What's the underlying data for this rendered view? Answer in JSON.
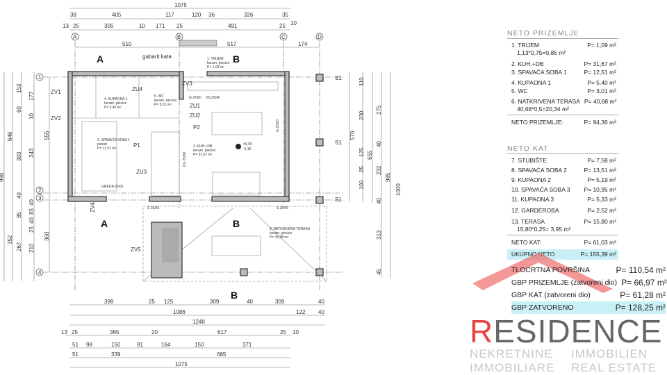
{
  "plan": {
    "gabarit_label": "gabarit kata",
    "grid_cols": [
      "A",
      "B",
      "C",
      "D"
    ],
    "grid_rows": [
      "1",
      "2",
      "3",
      "4"
    ],
    "section_marks": [
      "A",
      "B"
    ],
    "top_dims": {
      "total": "1075",
      "row2": [
        "38",
        "405",
        "117",
        "120",
        "36",
        "326",
        "35"
      ],
      "row3": [
        "13",
        "25",
        "305",
        "10",
        "171",
        "25",
        "491",
        "25",
        "10"
      ],
      "axes": [
        "510",
        "517",
        "174"
      ]
    },
    "left_dims": {
      "total": "998",
      "col2": [
        "646",
        "352"
      ],
      "col3": [
        "153",
        "60",
        "393",
        "40",
        "85",
        "267"
      ],
      "col4": [
        "177",
        "10",
        "343",
        "40",
        "85",
        "40",
        "25",
        "210"
      ],
      "axes": [
        "555",
        "360"
      ]
    },
    "right_dims": [
      "110",
      "230",
      "125",
      "85",
      "100",
      "570",
      "655",
      "275",
      "40",
      "232",
      "40",
      "313",
      "45",
      "985",
      "1000"
    ],
    "bottom_dims": {
      "row1": [
        "398",
        "25",
        "125",
        "309",
        "40",
        "309",
        "40"
      ],
      "row2": [
        "1086",
        "122",
        "40"
      ],
      "row3": [
        "1248"
      ],
      "row4": [
        "13",
        "25",
        "365",
        "20",
        "617",
        "25",
        "10"
      ],
      "row5": [
        "51",
        "98",
        "150",
        "91",
        "164",
        "150",
        "371"
      ],
      "row6": [
        "51",
        "339",
        "685"
      ],
      "row7": [
        "1075"
      ]
    },
    "rooms": [
      {
        "name": "1. TRIJEM",
        "floor": "keram. plocice",
        "area": "P= 1,09 m²"
      },
      {
        "name": "2. KUH.+DB",
        "floor": "keram. plocice",
        "area": "P= 31,67 m²"
      },
      {
        "name": "3. SPAVAĆA SOBA 1",
        "floor": "parket",
        "area": "P= 12,51 m²"
      },
      {
        "name": "4. KUPAONA 1",
        "floor": "keram. plocice",
        "area": "P= 5,40 m²"
      },
      {
        "name": "5. WC",
        "floor": "keram. plocice",
        "area": "P= 3,01 m²"
      },
      {
        "name": "8. NATKRIVENA TERASA",
        "floor": "keram. plocice",
        "area": "P= 35,98 m²"
      }
    ],
    "tags": [
      "ZV1",
      "ZV2",
      "ZV3",
      "ZV4",
      "ZV5",
      "ZU1",
      "ZU2",
      "ZU3",
      "ZU4",
      "P1",
      "P2",
      "S1"
    ],
    "beams": [
      "G 25/60",
      "VS 25/45",
      "KG 25/50",
      "S 25/65",
      "S 25/90",
      "GREDA 25/60",
      "G 25/60"
    ],
    "level": [
      "±0,00",
      "-0,15"
    ]
  },
  "neto_prizemlje": {
    "title": "NETO   PRIZEMLJE",
    "items": [
      {
        "label": "1. TRIJEM",
        "value": "P= 1,09 m²",
        "sub": "1,13*0,75=0,85 m²"
      },
      {
        "label": "2. KUH.+DB",
        "value": "P= 31,67 m²"
      },
      {
        "label": "3. SPAVAĆA SOBA 1",
        "value": "P= 12,51 m²"
      },
      {
        "label": "4. KUPAONA 1",
        "value": "P= 5,40 m²"
      },
      {
        "label": "5. WC",
        "value": "P= 3,01 m²"
      },
      {
        "label": "6. NATKRIVENA TERASA",
        "value": "P= 40,68 m²",
        "sub": "40,68*0,5=20,34 m²"
      }
    ],
    "total_label": "NETO PRIZEMLJE:",
    "total_value": "P= 94,36 m²"
  },
  "neto_kat": {
    "title": "NETO   KAT",
    "items": [
      {
        "label": "7. STUBIŠTE",
        "value": "P= 7,58 m²"
      },
      {
        "label": "8. SPAVAĆA SOBA 2",
        "value": "P= 13,51 m²"
      },
      {
        "label": "9. KUPAONA 2",
        "value": "P= 5,19 m²"
      },
      {
        "label": "10. SPAVAĆA SOBA 3",
        "value": "P= 10,95 m²"
      },
      {
        "label": "11. KUPAONA 3",
        "value": "P= 5,33 m²"
      },
      {
        "label": "12. GARDEROBA",
        "value": "P= 2,52 m²"
      },
      {
        "label": "13. TERASA",
        "value": "P= 15,80 m²",
        "sub": "15,80*0,25= 3,95 m²"
      }
    ],
    "total_label": "NETO KAT:",
    "total_value": "P= 61,03 m²",
    "grand_label": "UKUPNO NETO",
    "grand_value": "P= 155,39 m²"
  },
  "totals": [
    {
      "label": "TLOCRTNA POVRŠINA",
      "value": "P= 110,54 m²"
    },
    {
      "label": "GBP PRIZEMLJE (zatvoreni dio)",
      "value": "P= 66,97 m²"
    },
    {
      "label": "GBP KAT (zatvoreni dio)",
      "value": "P= 61,28 m²"
    },
    {
      "label": "GBP ZATVORENO",
      "value": "P= 128,25 m²"
    }
  ],
  "watermark": {
    "logo_first": "R",
    "logo_rest": "ESIDENCE",
    "taglines": [
      "NEKRETNINE",
      "IMMOBILIEN",
      "IMMOBILIARE",
      "REAL ESTATE"
    ]
  },
  "colors": {
    "accent_red": "#e64545",
    "highlight": "#c9f0f6"
  }
}
